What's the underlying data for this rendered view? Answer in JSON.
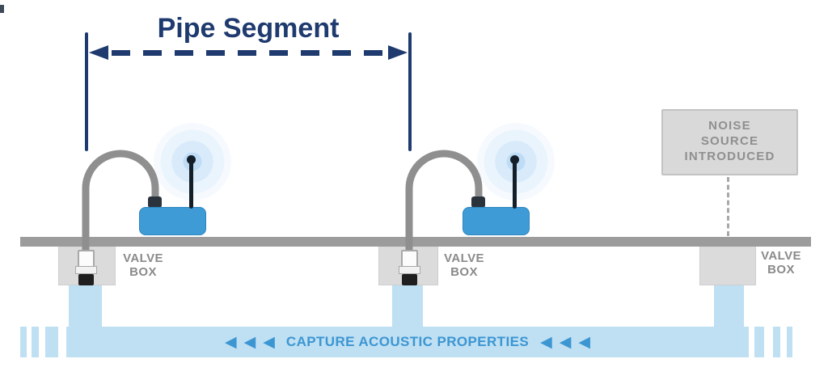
{
  "title": "Pipe Segment",
  "valve_boxes": [
    {
      "label": "VALVE\nBOX"
    },
    {
      "label": "VALVE\nBOX"
    },
    {
      "label": "VALVE\nBOX"
    }
  ],
  "noise_source": {
    "label": "NOISE\nSOURCE\nINTRODUCED"
  },
  "pipe": {
    "capture_label": "CAPTURE ACOUSTIC PROPERTIES",
    "arrow_glyph": "◀"
  },
  "colors": {
    "navy": "#1E3A6E",
    "sensor-blue": "#3E9BD6",
    "accent-blue": "#3B96D2",
    "pipe-blue": "#BFDFF3",
    "ground-gray": "#9C9C9C",
    "cable-gray": "#8F8F8F",
    "box-gray": "#DBDBDB",
    "label-gray": "#8A8A8A"
  }
}
